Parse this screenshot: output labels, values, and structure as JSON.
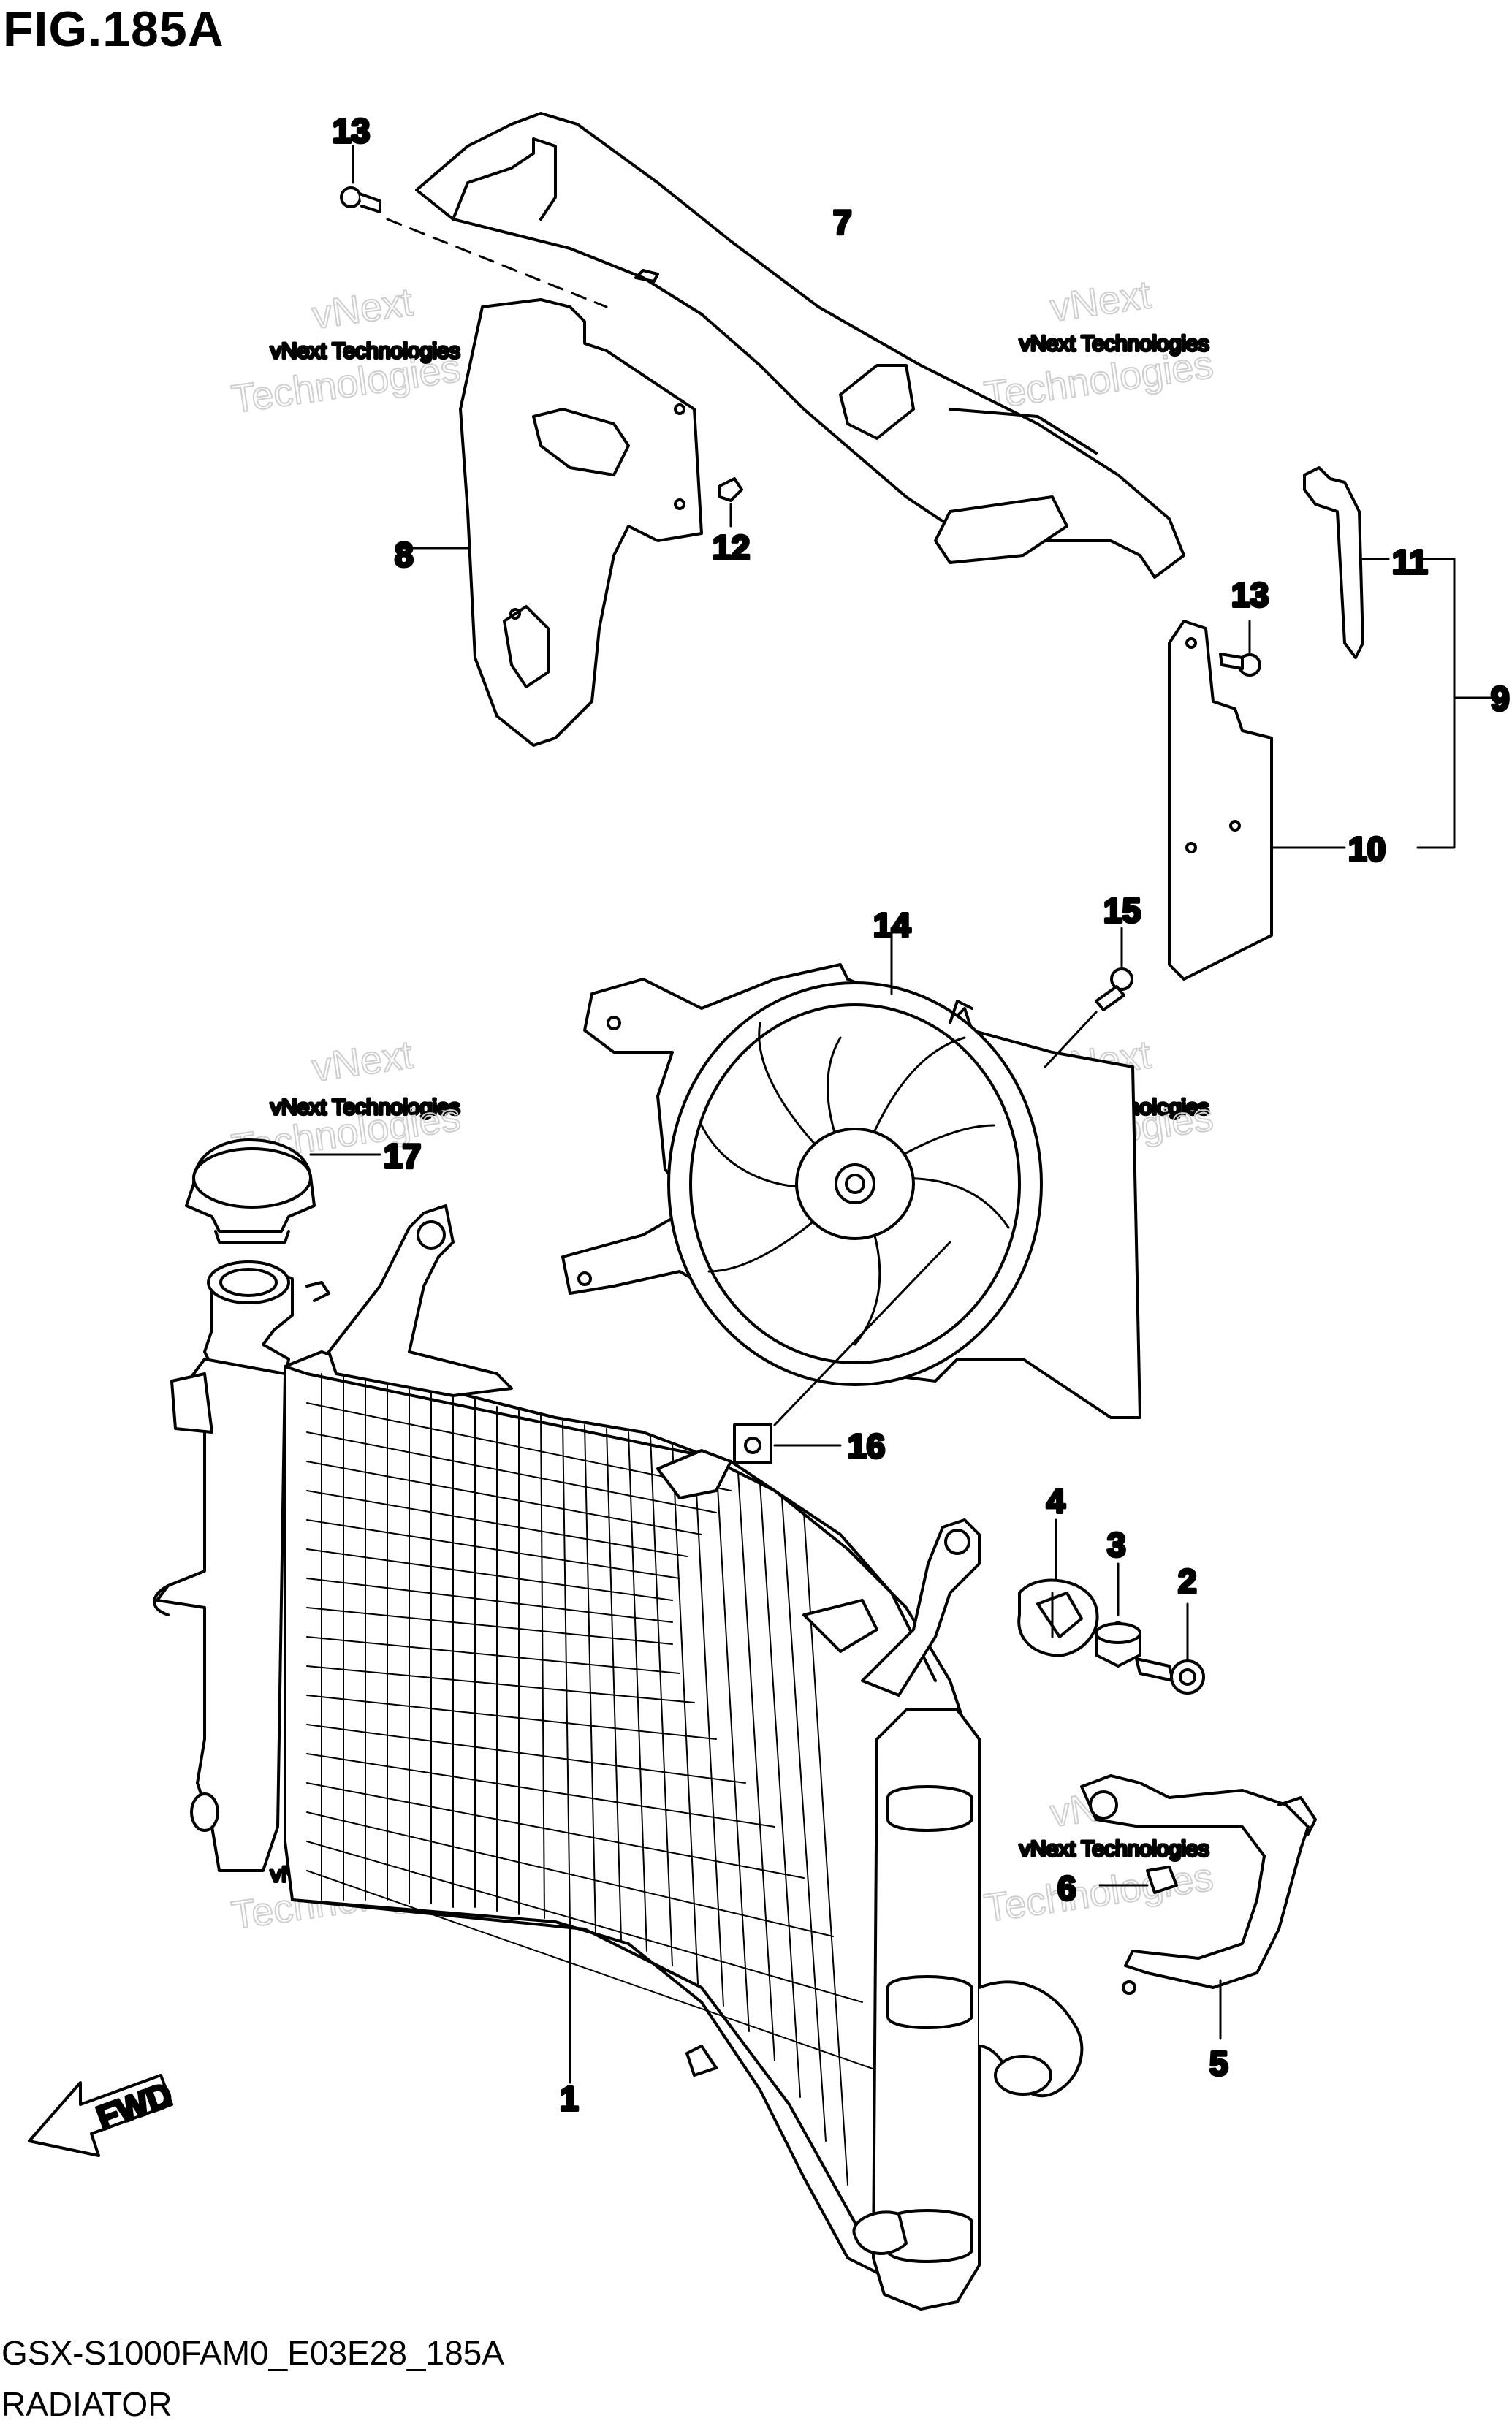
{
  "title": "FIG.185A",
  "footer": {
    "code": "GSX-S1000FAM0_E03E28_185A",
    "name": "RADIATOR"
  },
  "watermark": {
    "line1": "vNext Technologies",
    "line2": "vNext",
    "line3": "Technologies"
  },
  "fwd_label": "FWD",
  "callouts": {
    "c1": "1",
    "c2": "2",
    "c3": "3",
    "c4": "4",
    "c5": "5",
    "c6": "6",
    "c7": "7",
    "c8": "8",
    "c9": "9",
    "c10": "10",
    "c11": "11",
    "c12": "12",
    "c13a": "13",
    "c13b": "13",
    "c14": "14",
    "c15": "15",
    "c16": "16",
    "c17": "17"
  }
}
